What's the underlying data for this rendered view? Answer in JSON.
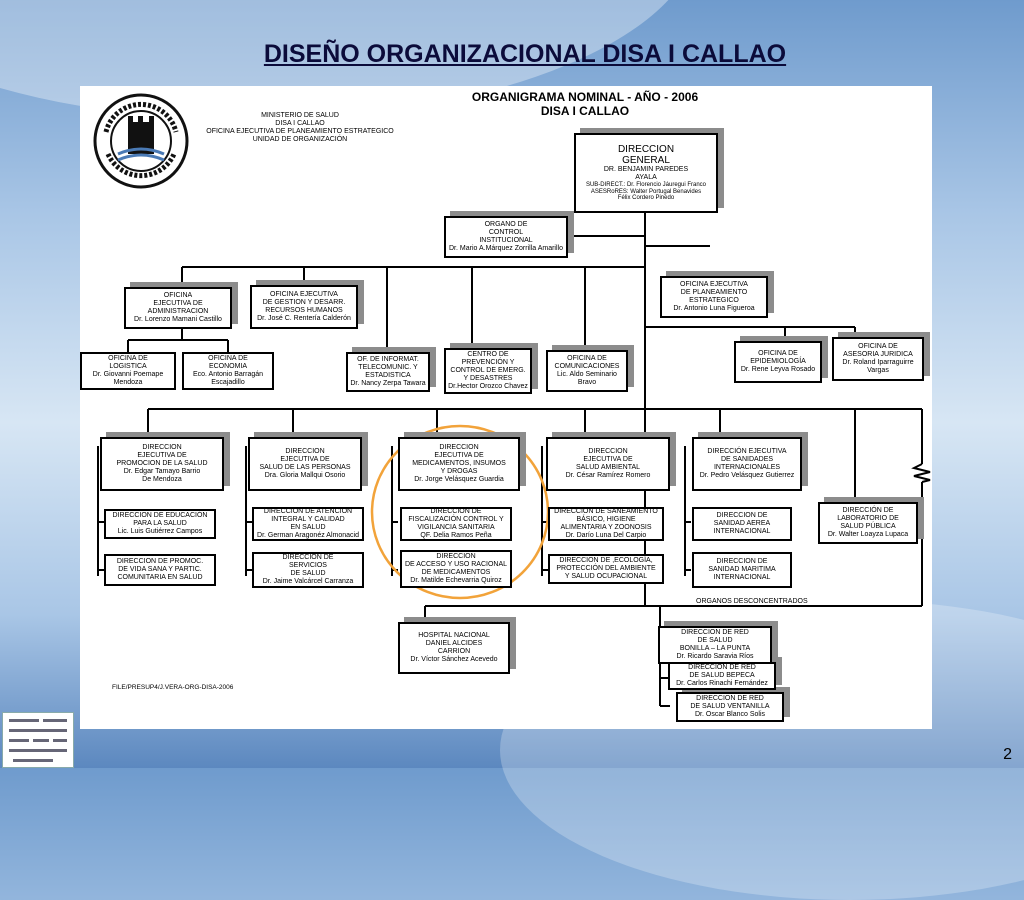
{
  "slide": {
    "title": "DISEÑO ORGANIZACIONAL DISA I CALLAO",
    "page_number": "2"
  },
  "chart": {
    "title": "ORGANIGRAMA  NOMINAL - AÑO - 2006\nDISA I CALLAO",
    "header_text": "MINISTERIO DE SALUD\nDISA I CALLAO\nOFICINA EJECUTIVA DE PLANEAMIENTO ESTRATEGICO\nUNIDAD DE ORGANIZACIÓN",
    "seal_text": {
      "top": "DIRECCION DE SALUD I CALLAO",
      "bottom": "MINISTERIO DE SALUD"
    },
    "organos_desconcentrados_label": "ORGANOS DESCONCENTRADOS",
    "footer": "FILE/PRESUP4/J.VERA-ORG-DISA-2006",
    "highlight_color": "#f2a33a",
    "boxes": {
      "direccion_general": {
        "title": "DIRECCION\nGENERAL",
        "person": "DR. BENJAMIN PAREDES\nAYALA",
        "extra": "SUB-DIRECT.: Dr. Florencio Jáuregui Franco\nASESRoRES: Walter Portugal Benavides\nFélix Cordero Pinedo"
      },
      "organo_control": {
        "title": "ORGANO DE\nCONTROL\nINSTITUCIONAL",
        "person": "Dr. Mario A.Márquez Zorrilla Amarillo"
      },
      "ofi_planeamiento": {
        "title": "OFICINA  EJECUTIVA\nDE  PLANEAMIENTO\nESTRATEGICO",
        "person": "Dr. Antonio Luna Figueroa"
      },
      "ofi_administracion": {
        "title": "OFICINA\nEJECUTIVA DE\nADMINISTRACION",
        "person": "Dr. Lorenzo Mamani Castillo"
      },
      "ofi_gestion_rrhh": {
        "title": "OFICINA  EJECUTIVA\nDE GESTION Y DESARR.\nRECURSOS HUMANOS",
        "person": "Dr. José C. Rentería Calderón"
      },
      "ofi_logistica": {
        "title": "OFICINA  DE\nLOGISTICA",
        "person": "Dr. Giovanni Poemape\nMendoza"
      },
      "ofi_economia": {
        "title": "OFICINA DE\nECONOMIA",
        "person": "Eco. Antonio Barragán\nEscajadillo"
      },
      "of_informatica": {
        "title": "OF. DE INFORMAT.\nTELECOMUNIC. Y\nESTADISTICA",
        "person": "Dr.  Nancy  Zerpa Tawara"
      },
      "centro_prevencion": {
        "title": "CENTRO DE\nPREVENCIÓN  Y\nCONTROL DE EMERG.\nY DESASTRES",
        "person": "Dr.Hector Orozco Chavez"
      },
      "ofi_comunicaciones": {
        "title": "OFICINA DE\nCOMUNICACIONES",
        "person": "Lic. Aldo Seminario\nBravo"
      },
      "ofi_epidemiologia": {
        "title": "OFICINA  DE\nEPIDEMIOLOGÍA",
        "person": "Dr. Rene Leyva Rosado"
      },
      "ofi_asesoria": {
        "title": "OFICINA  DE\nASESORIA JURIDICA",
        "person": "Dr. Roland Iparraguirre\nVargas"
      },
      "dir_promocion": {
        "title": "DIRECCION\nEJECUTIVA  DE\nPROMOCION DE LA SALUD",
        "person": "Dr.  Edgar Tamayo Barrio\nDe Mendoza"
      },
      "dir_salud_personas": {
        "title": "DIRECCION\nEJECUTIVA  DE\nSALUD DE LAS PERSONAS",
        "person": "Dra. Gloria Mallqui Osorio"
      },
      "dir_medicamentos": {
        "title": "DIRECCION\nEJECUTIVA  DE\nMEDICAMENTOS, INSUMOS\nY DROGAS",
        "person": "Dr. Jorge Velásquez Guardia"
      },
      "dir_salud_ambiental": {
        "title": "DIRECCION\nEJECUTIVA  DE\nSALUD  AMBIENTAL",
        "person": "Dr. César Ramírez Romero"
      },
      "dir_sanidades": {
        "title": "DIRECCIÓN EJECUTIVA\nDE SANIDADES\nINTERNACIONALES",
        "person": "Dr. Pedro Velásquez Gutierrez"
      },
      "dir_laboratorio": {
        "title": "DIRECCIÓN  DE\nLABORATORIO DE\nSALUD PÚBLICA",
        "person": "Dr.  Walter Loayza Lupaca"
      },
      "dir_educacion": {
        "title": "DIRECCION DE EDUCACIÓN\nPARA LA SALUD",
        "person": "Lic. Luis Gutiérrez Campos"
      },
      "dir_prom_vida": {
        "title": "DIRECCION  DE PROMOC.\nDE VIDA SANA Y PARTIC.\nCOMUNITARIA EN  SALUD",
        "person": ""
      },
      "dir_atencion_integral": {
        "title": "DIRECCION DE  ATENCION\nINTEGRAL Y CALIDAD\nEN SALUD",
        "person": "Dr. German Aragonéz Almonacid"
      },
      "dir_servicios": {
        "title": "DIRECCION DE\nSERVICIOS\nDE  SALUD",
        "person": "Dr. Jaime Valcárcel Carranza"
      },
      "dir_fiscalizacion": {
        "title": "DIRECCION  DE\nFISCALIZACIÓN  CONTROL Y\nVIGILANCIA SANITARIA",
        "person": "QF. Delia Ramos Peña"
      },
      "dir_acceso_uso": {
        "title": "DIRECCION\nDE ACCESO Y USO  RACIONAL\nDE MEDICAMENTOS",
        "person": "Dr. Matilde Echevarria Quiroz"
      },
      "dir_saneamiento": {
        "title": "DIRECCION DE SANEAMIENTO\nBÁSICO, HIGIENE\nALIMENTARIA Y ZOONOSIS",
        "person": "Dr. Darío Luna Del Carpio"
      },
      "dir_ecologia": {
        "title": "DIRECCION DE ,ECOLOGÍA,\nPROTECCIÓN DEL  AMBIENTE\nY SALUD OCUPACIONAL",
        "person": ""
      },
      "dir_sanidad_aerea": {
        "title": "DIRECCION  DE\nSANIDAD AEREA\nINTERNACIONAL",
        "person": ""
      },
      "dir_sanidad_maritima": {
        "title": "DIRECCION  DE\nSANIDAD MARITIMA\nINTERNACIONAL",
        "person": ""
      },
      "hospital_carrion": {
        "title": "HOSPITAL NACIONAL\nDANIEL ALCIDES\nCARRION",
        "person": "Dr. Víctor Sánchez Acevedo"
      },
      "red_bonilla": {
        "title": "DIRECCION DE RED\nDE  SALUD\nBONILLA – LA PUNTA",
        "person": "Dr. Ricardo Saravia Ríos"
      },
      "red_bepeca": {
        "title": "DIRECCION  DE RED\nDE  SALUD  BEPECA",
        "person": "Dr. Carlos Rinachi  Fernández"
      },
      "red_ventanilla": {
        "title": "DIRECCION  DE RED\nDE  SALUD VENTANILLA",
        "person": "Dr. Oscar Blanco Solis"
      }
    }
  }
}
